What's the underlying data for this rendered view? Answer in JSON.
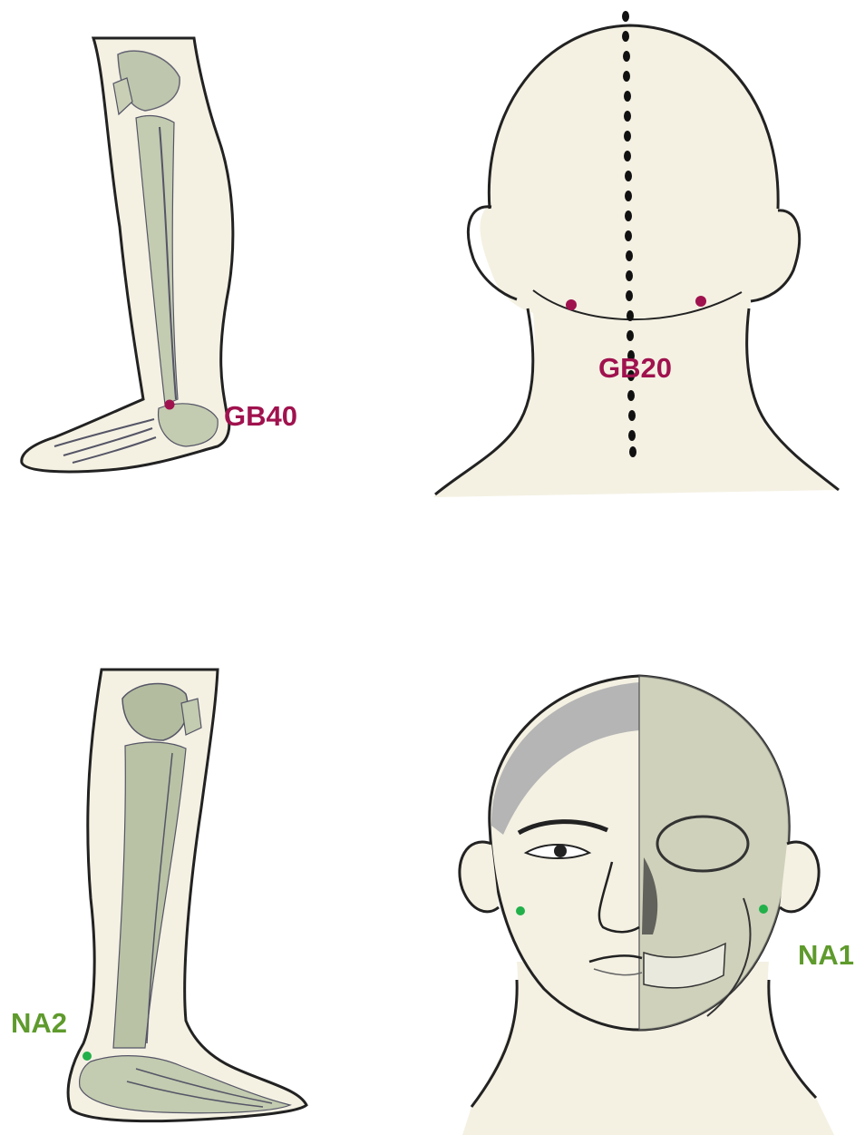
{
  "colors": {
    "gb_point": "#a0124e",
    "na_point": "#22b04a",
    "gb_label": "#a0124e",
    "na_label": "#5e9a2c",
    "skin": "#f4f1e3",
    "bone": "#b9c2a8",
    "outline": "#222222"
  },
  "figures": [
    {
      "id": "leg-lateral-top",
      "icon": "leg-lateral-illustration"
    },
    {
      "id": "head-posterior",
      "icon": "head-back-illustration"
    },
    {
      "id": "leg-medial-bottom",
      "icon": "leg-medial-illustration"
    },
    {
      "id": "face-skull-front",
      "icon": "face-half-skull-illustration"
    }
  ],
  "points": {
    "gb40": {
      "label": "GB40"
    },
    "gb20": {
      "label": "GB20"
    },
    "na2": {
      "label": "NA2"
    },
    "na1": {
      "label": "NA1"
    }
  }
}
